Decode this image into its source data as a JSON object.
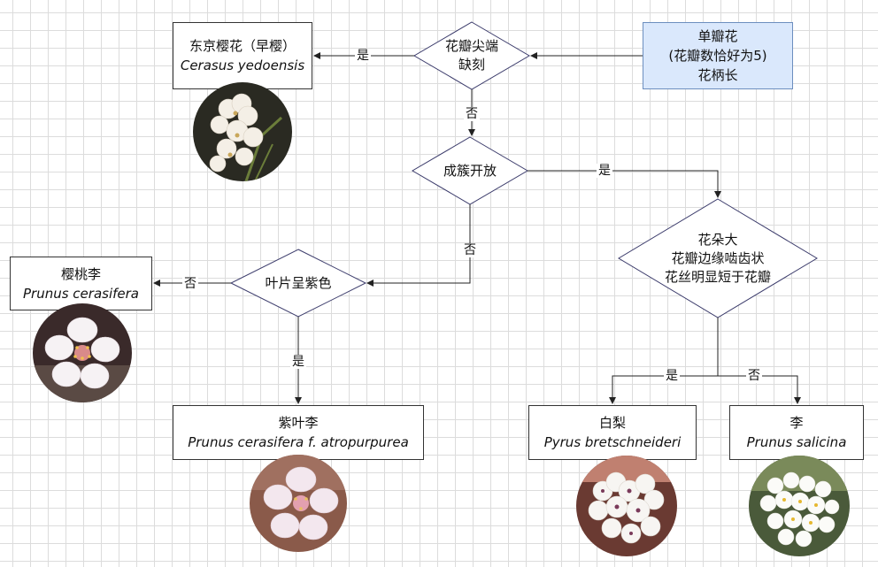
{
  "root": {
    "lines": [
      "单瓣花",
      "(花瓣数恰好为5)",
      "花柄长"
    ]
  },
  "decisions": {
    "notch": {
      "lines": [
        "花瓣尖端",
        "缺刻"
      ]
    },
    "cluster": {
      "lines": [
        "成簇开放"
      ]
    },
    "purple": {
      "lines": [
        "叶片呈紫色"
      ]
    },
    "bigflower": {
      "lines": [
        "花朵大",
        "花瓣边缘啮齿状",
        "花丝明显短于花瓣"
      ]
    }
  },
  "edge_labels": {
    "yes": "是",
    "no": "否"
  },
  "species": {
    "yedoensis": {
      "cn": "东京樱花（早樱）",
      "latin": "Cerasus yedoensis"
    },
    "cerasifera": {
      "cn": "樱桃李",
      "latin": "Prunus cerasifera"
    },
    "atropurpurea": {
      "cn": "紫叶李",
      "latin": "Prunus cerasifera f. atropurpurea"
    },
    "pear": {
      "cn": "白梨",
      "latin": "Pyrus bretschneideri"
    },
    "plum": {
      "cn": "李",
      "latin": "Prunus salicina"
    }
  },
  "colors": {
    "root_fill": "#dae8fc",
    "root_border": "#6c8ebf",
    "diamond_border": "#3b3b6b",
    "grid": "#dcdcdc"
  }
}
